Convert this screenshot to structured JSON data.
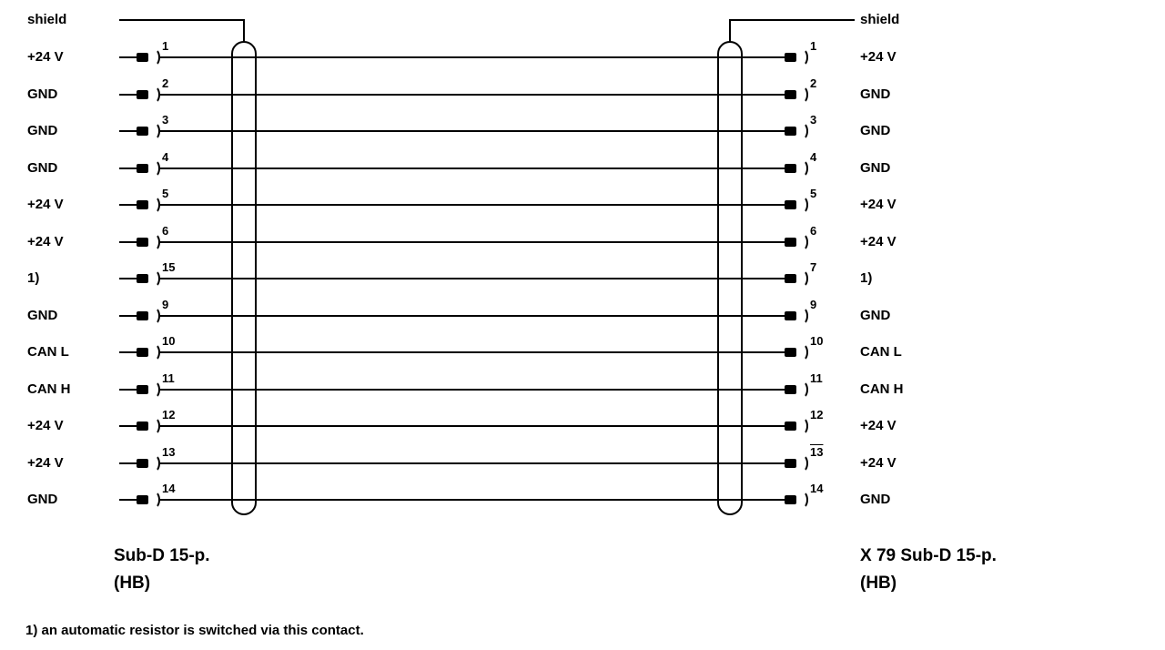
{
  "diagram": {
    "left_shield_label": "shield",
    "right_shield_label": "shield",
    "rows": [
      {
        "left_label": "+24 V",
        "left_pin": "1",
        "right_pin": "1",
        "right_label": "+24 V",
        "right_pin_overline": false
      },
      {
        "left_label": "GND",
        "left_pin": "2",
        "right_pin": "2",
        "right_label": "GND",
        "right_pin_overline": false
      },
      {
        "left_label": "GND",
        "left_pin": "3",
        "right_pin": "3",
        "right_label": "GND",
        "right_pin_overline": false
      },
      {
        "left_label": "GND",
        "left_pin": "4",
        "right_pin": "4",
        "right_label": "GND",
        "right_pin_overline": false
      },
      {
        "left_label": "+24 V",
        "left_pin": "5",
        "right_pin": "5",
        "right_label": "+24 V",
        "right_pin_overline": false
      },
      {
        "left_label": "+24 V",
        "left_pin": "6",
        "right_pin": "6",
        "right_label": "+24 V",
        "right_pin_overline": false
      },
      {
        "left_label": "1)",
        "left_pin": "15",
        "right_pin": "7",
        "right_label": "1)",
        "right_pin_overline": false
      },
      {
        "left_label": "GND",
        "left_pin": "9",
        "right_pin": "9",
        "right_label": "GND",
        "right_pin_overline": false
      },
      {
        "left_label": "CAN L",
        "left_pin": "10",
        "right_pin": "10",
        "right_label": "CAN L",
        "right_pin_overline": false
      },
      {
        "left_label": "CAN H",
        "left_pin": "11",
        "right_pin": "11",
        "right_label": "CAN H",
        "right_pin_overline": false
      },
      {
        "left_label": "+24 V",
        "left_pin": "12",
        "right_pin": "12",
        "right_label": "+24 V",
        "right_pin_overline": false
      },
      {
        "left_label": "+24 V",
        "left_pin": "13",
        "right_pin": "13",
        "right_label": "+24 V",
        "right_pin_overline": true
      },
      {
        "left_label": "GND",
        "left_pin": "14",
        "right_pin": "14",
        "right_label": "GND",
        "right_pin_overline": false
      }
    ],
    "left_connector_name": "Sub-D 15-p.",
    "left_connector_sub": "(HB)",
    "right_connector_name": "X 79 Sub-D 15-p.",
    "right_connector_sub": "(HB)",
    "footnote": "1) an automatic resistor is switched via this contact."
  }
}
